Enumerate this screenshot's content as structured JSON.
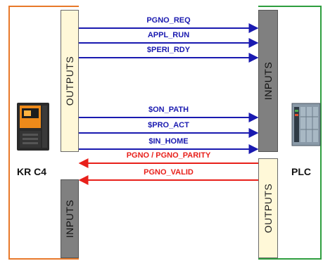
{
  "controller": {
    "label": "KR C4",
    "icon": "robot-controller-icon",
    "frame_color": "#e8792a"
  },
  "plc": {
    "label": "PLC",
    "icon": "plc-rack-icon",
    "frame_color": "#2e9e3e"
  },
  "krc_outputs": {
    "label": "OUTPUTS",
    "fill": "#fff8d8"
  },
  "krc_inputs": {
    "label": "INPUTS",
    "fill": "#808080"
  },
  "plc_inputs": {
    "label": "INPUTS",
    "fill": "#808080"
  },
  "plc_outputs": {
    "label": "OUTPUTS",
    "fill": "#fff8d8"
  },
  "signals_to_plc": {
    "color": "#1a1ab0",
    "items": [
      {
        "name": "PGNO_REQ"
      },
      {
        "name": "APPL_RUN"
      },
      {
        "name": "$PERI_RDY"
      },
      {
        "name": "$ON_PATH"
      },
      {
        "name": "$PRO_ACT"
      },
      {
        "name": "$IN_HOME"
      }
    ]
  },
  "signals_to_krc": {
    "color": "#e8201a",
    "items": [
      {
        "name": "PGNO / PGNO_PARITY"
      },
      {
        "name": "PGNO_VALID"
      }
    ]
  }
}
